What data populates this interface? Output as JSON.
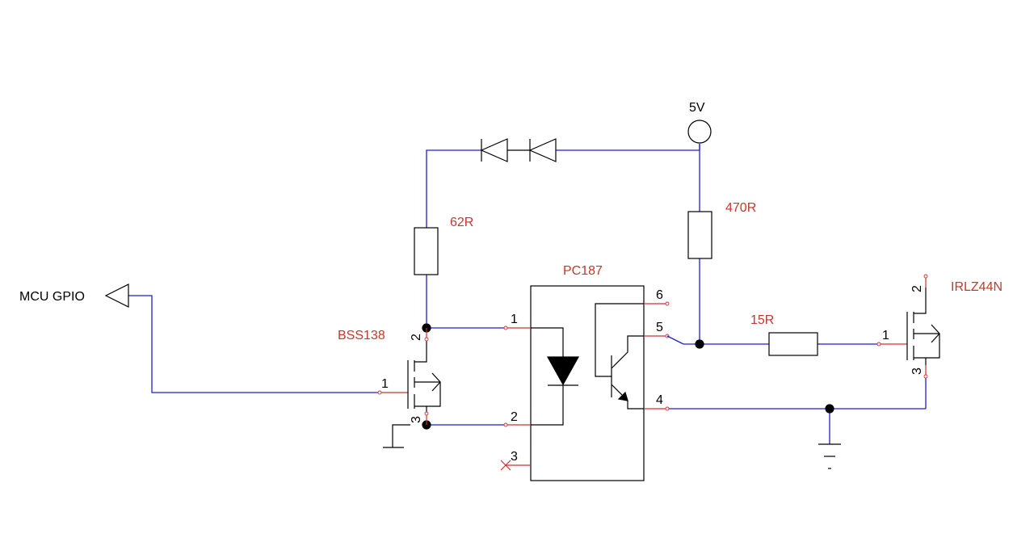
{
  "schematic": {
    "supply": {
      "label": "5V"
    },
    "mcu": {
      "label": "MCU GPIO"
    },
    "resistors": {
      "r1": {
        "value": "62R"
      },
      "r2": {
        "value": "470R"
      },
      "r3": {
        "value": "15R"
      }
    },
    "q1": {
      "part": "BSS138",
      "pins": {
        "gate": "1",
        "drain": "2",
        "source": "3"
      }
    },
    "q2": {
      "part": "IRLZ44N",
      "pins": {
        "gate": "1",
        "drain": "2",
        "source": "3"
      }
    },
    "optocoupler": {
      "part": "PC187",
      "pins": {
        "p1": "1",
        "p2": "2",
        "p3": "3",
        "p4": "4",
        "p5": "5",
        "p6": "6"
      }
    }
  }
}
